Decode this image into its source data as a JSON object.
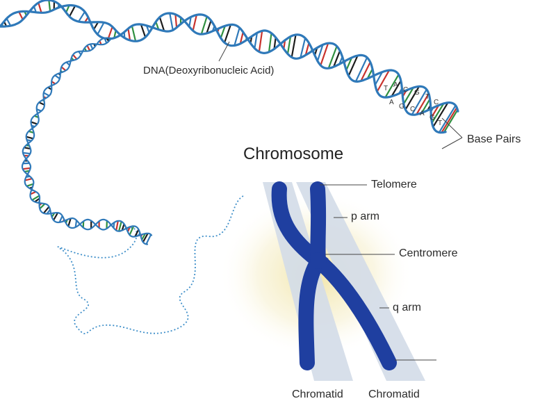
{
  "diagram": {
    "title": "Chromosome",
    "labels": {
      "dna": "DNA(Deoxyribonucleic Acid)",
      "base_pairs": "Base Pairs",
      "telomere": "Telomere",
      "p_arm": "p arm",
      "centromere": "Centromere",
      "q_arm": "q arm",
      "chromatid_left": "Chromatid",
      "chromatid_right": "Chromatid"
    },
    "base_letters": [
      "T",
      "A",
      "C",
      "G",
      "T",
      "C",
      "A",
      "G",
      "C",
      "A",
      "G",
      "T"
    ],
    "colors": {
      "helix_backbone": "#2f79b9",
      "chromosome": "#1f3fa0",
      "chromatid_band": "#d3dbe8",
      "glow": "#f1e4a3",
      "base_red": "#c8322c",
      "base_green": "#2f8f3f",
      "base_black": "#1c1c1c",
      "base_blue": "#2f79b9",
      "label_text": "#2b2b2b"
    }
  }
}
